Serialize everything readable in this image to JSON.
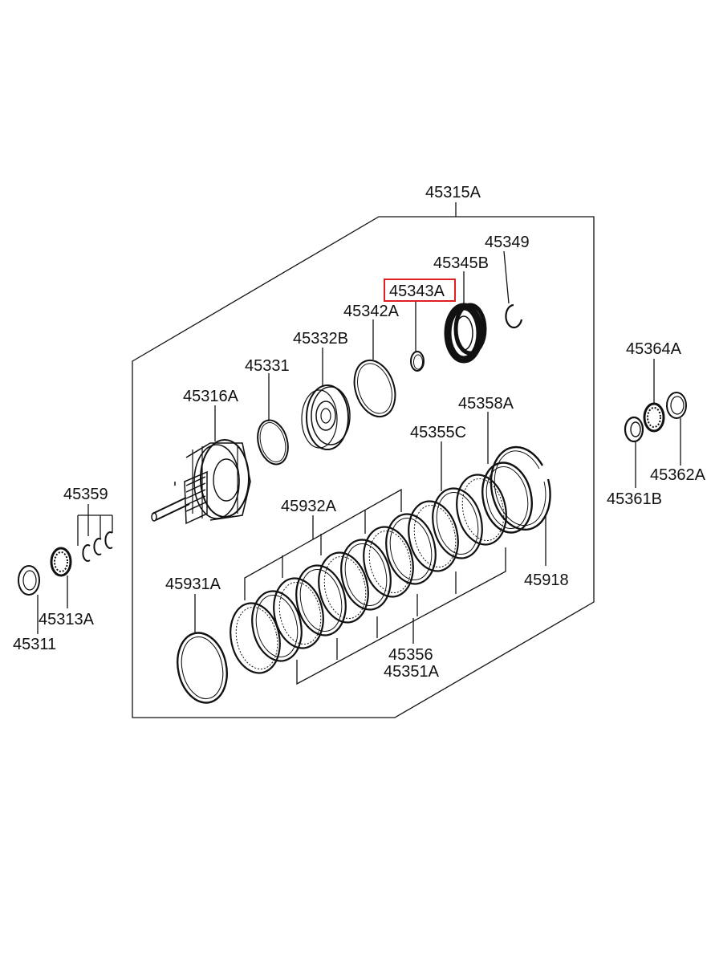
{
  "diagram": {
    "highlight_color": "#e02020",
    "selected_part": "45343A",
    "labels": {
      "p45315A": "45315A",
      "p45349": "45349",
      "p45345B": "45345B",
      "p45343A": "45343A",
      "p45342A": "45342A",
      "p45332B": "45332B",
      "p45331": "45331",
      "p45316A": "45316A",
      "p45358A": "45358A",
      "p45355C": "45355C",
      "p45932A": "45932A",
      "p45931A": "45931A",
      "p45918": "45918",
      "p45356": "45356",
      "p45351A": "45351A",
      "p45359": "45359",
      "p45313A": "45313A",
      "p45311": "45311",
      "p45364A": "45364A",
      "p45362A": "45362A",
      "p45361B": "45361B"
    }
  }
}
